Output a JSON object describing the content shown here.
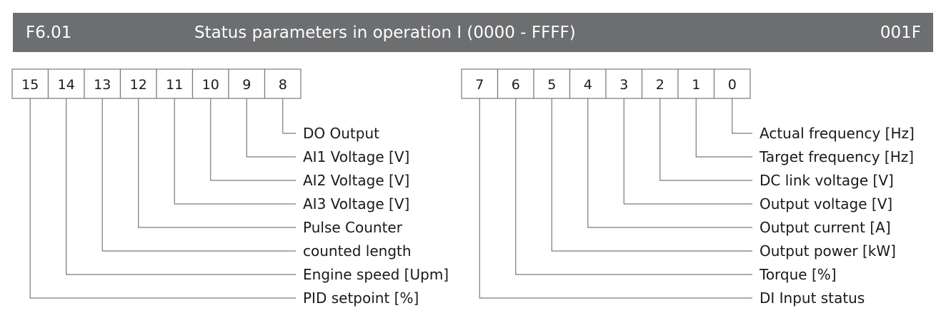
{
  "header": {
    "code": "F6.01",
    "title": "Status parameters in operation I (0000 - FFFF)",
    "default": "001F"
  },
  "colors": {
    "header_bg": "#6d6e70",
    "header_text": "#ffffff",
    "lines": "#7a7a7a",
    "text": "#1a1a1a"
  },
  "high_byte": {
    "bits": [
      "15",
      "14",
      "13",
      "12",
      "11",
      "10",
      "9",
      "8"
    ],
    "labels": [
      {
        "bit": "8",
        "text": "DO Output"
      },
      {
        "bit": "9",
        "text": "AI1 Voltage [V]"
      },
      {
        "bit": "10",
        "text": "AI2 Voltage  [V]"
      },
      {
        "bit": "11",
        "text": "AI3 Voltage [V]"
      },
      {
        "bit": "12",
        "text": "Pulse Counter"
      },
      {
        "bit": "13",
        "text": "counted length"
      },
      {
        "bit": "14",
        "text": "Engine speed [Upm]"
      },
      {
        "bit": "15",
        "text": "PID setpoint [%]"
      }
    ]
  },
  "low_byte": {
    "bits": [
      "7",
      "6",
      "5",
      "4",
      "3",
      "2",
      "1",
      "0"
    ],
    "labels": [
      {
        "bit": "0",
        "text": "Actual frequency [Hz]"
      },
      {
        "bit": "1",
        "text": "Target frequency [Hz]"
      },
      {
        "bit": "2",
        "text": "DC link voltage [V]"
      },
      {
        "bit": "3",
        "text": "Output voltage [V]"
      },
      {
        "bit": "4",
        "text": "Output current [A]"
      },
      {
        "bit": "5",
        "text": "Output power [kW]"
      },
      {
        "bit": "6",
        "text": "Torque [%]"
      },
      {
        "bit": "7",
        "text": "DI Input status"
      }
    ]
  }
}
